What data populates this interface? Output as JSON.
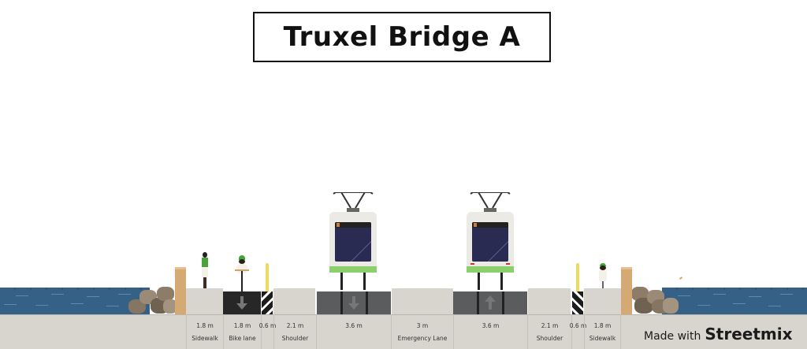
{
  "title": "Truxel Bridge A",
  "credit": {
    "prefix": "Made with",
    "brand": "Streetmix"
  },
  "colors": {
    "water": "#356186",
    "ground": "#d8d4ce",
    "road": "#5b5c5d",
    "bike_lane": "#262726",
    "wall": "#d4a974",
    "tram_bumper": "#8ccf6d"
  },
  "segments": [
    {
      "id": "sidewalk-left",
      "width": "1.8 m",
      "name": "Sidewalk",
      "type": "sidewalk"
    },
    {
      "id": "bike-lane",
      "width": "1.8 m",
      "name": "Bike lane",
      "type": "bike-lane",
      "direction": "down"
    },
    {
      "id": "buffer-left",
      "width": "0.6 m",
      "name": "",
      "type": "buffer"
    },
    {
      "id": "shoulder-left",
      "width": "2.1 m",
      "name": "Shoulder",
      "type": "shoulder"
    },
    {
      "id": "tram-left",
      "width": "3.6 m",
      "name": "",
      "type": "tram",
      "direction": "down"
    },
    {
      "id": "emergency-lane",
      "width": "3 m",
      "name": "Emergency Lane",
      "type": "emergency"
    },
    {
      "id": "tram-right",
      "width": "3.6 m",
      "name": "",
      "type": "tram",
      "direction": "up"
    },
    {
      "id": "shoulder-right",
      "width": "2.1 m",
      "name": "Shoulder",
      "type": "shoulder"
    },
    {
      "id": "buffer-right",
      "width": "0.6 m",
      "name": "",
      "type": "buffer"
    },
    {
      "id": "sidewalk-right",
      "width": "1.8 m",
      "name": "Sidewalk",
      "type": "sidewalk"
    }
  ]
}
